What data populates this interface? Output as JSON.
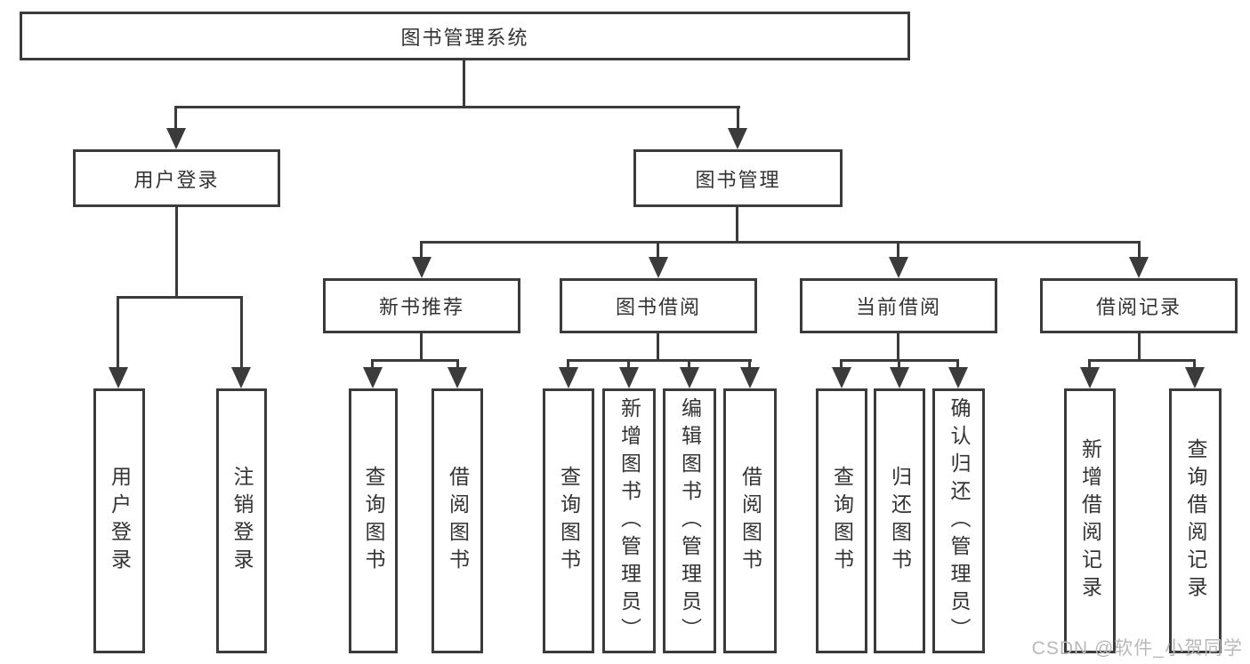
{
  "diagram": {
    "title_node": {
      "label": "图书管理系统"
    },
    "level2": [
      {
        "label": "用户登录"
      },
      {
        "label": "图书管理"
      }
    ],
    "level3": [
      {
        "label": "新书推荐"
      },
      {
        "label": "图书借阅"
      },
      {
        "label": "当前借阅"
      },
      {
        "label": "借阅记录"
      }
    ],
    "leaves": [
      {
        "label": "用户登录",
        "parent": "用户登录"
      },
      {
        "label": "注销登录",
        "parent": "用户登录"
      },
      {
        "label": "查询图书",
        "parent": "新书推荐"
      },
      {
        "label": "借阅图书",
        "parent": "新书推荐"
      },
      {
        "label": "查询图书",
        "parent": "图书借阅"
      },
      {
        "label": "新增图书（管理员）",
        "parent": "图书借阅"
      },
      {
        "label": "编辑图书（管理员）",
        "parent": "图书借阅"
      },
      {
        "label": "借阅图书",
        "parent": "图书借阅"
      },
      {
        "label": "查询图书",
        "parent": "当前借阅"
      },
      {
        "label": "归还图书",
        "parent": "当前借阅"
      },
      {
        "label": "确认归还（管理员）",
        "parent": "当前借阅"
      },
      {
        "label": "新增借阅记录",
        "parent": "借阅记录"
      },
      {
        "label": "查询借阅记录",
        "parent": "借阅记录"
      }
    ],
    "watermark": "CSDN @软件_小贺同学",
    "colors": {
      "line": "#3b3b3b",
      "text": "#333333",
      "watermark": "#b9b9b9",
      "background": "#ffffff"
    }
  }
}
